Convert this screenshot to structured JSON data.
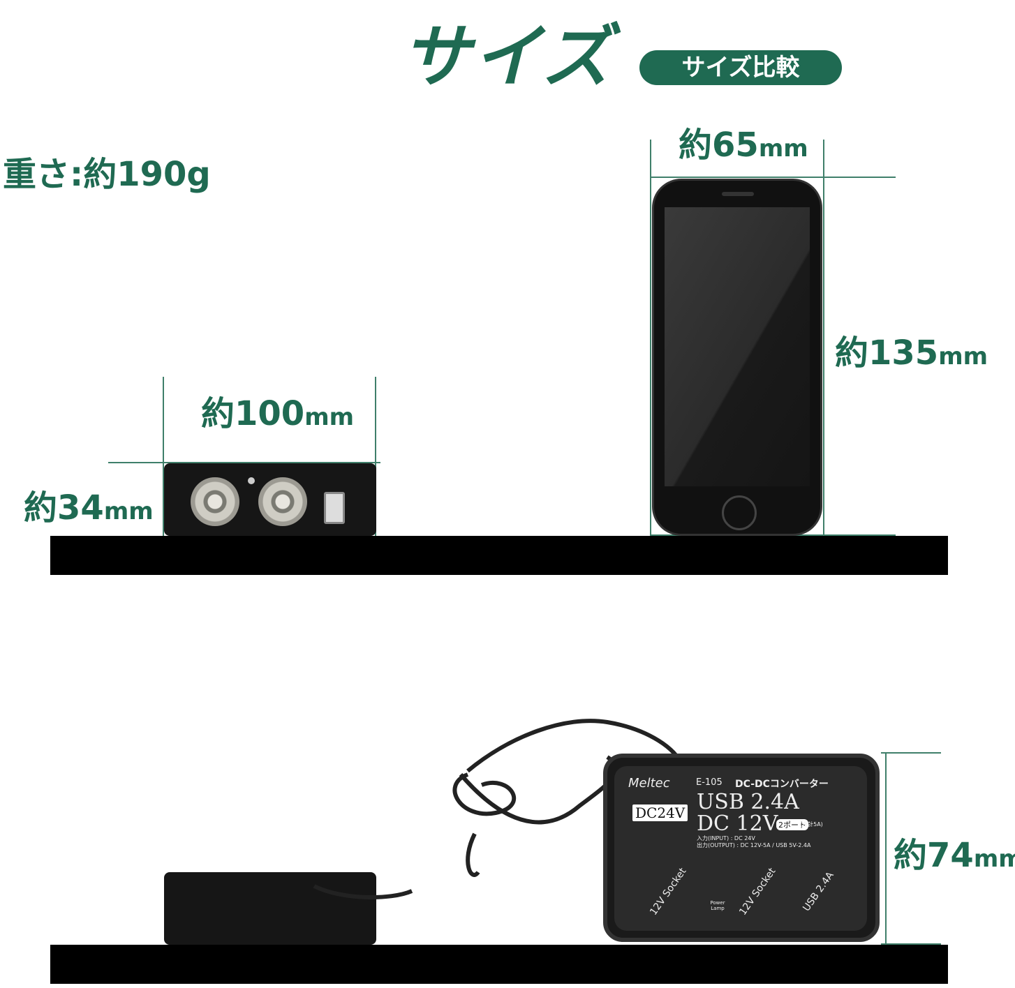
{
  "title": "サイズ",
  "compare_label": "サイズ比較",
  "weight": "重さ:約190g",
  "dimensions": {
    "width": {
      "num": "約100",
      "unit": "mm"
    },
    "height": {
      "num": "約34",
      "unit": "mm"
    },
    "phone_width": {
      "num": "約65",
      "unit": "mm"
    },
    "phone_height": {
      "num": "約135",
      "unit": "mm"
    },
    "depth": {
      "num": "約74",
      "unit": "mm"
    }
  },
  "converter": {
    "brand": "Meltec",
    "model": "E-105",
    "type": "DC-DCコンバーター",
    "input_badge": "DC24V",
    "usb": "USB 2.4A",
    "dc": "DC 12V",
    "ports": "2ポート",
    "ports_note": "(合計5A)",
    "spec_input": "入力(INPUT) : DC 24V",
    "spec_output": "出力(OUTPUT) : DC 12V-5A / USB 5V-2.4A",
    "socket1": "12V Socket",
    "socket2": "12V Socket",
    "usb_port": "USB 2.4A",
    "lamp": "Power Lamp"
  }
}
